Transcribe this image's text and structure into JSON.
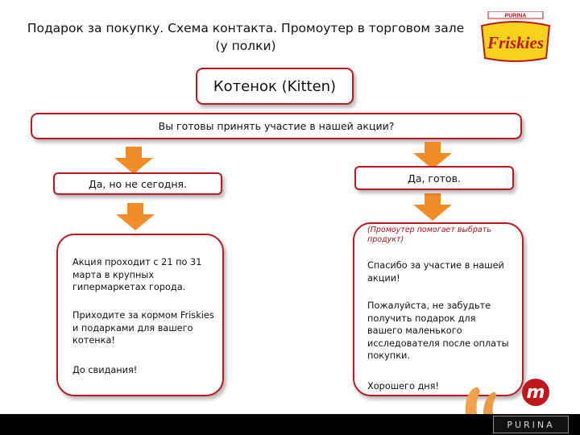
{
  "header": {
    "title_line1": "Подарок за покупку. Схема контакта. Промоутер в торговом зале",
    "title_line2": "(у полки)",
    "brand": "Friskies",
    "brand_small": "PURINA"
  },
  "diagram": {
    "root": "Котенок (Kitten)",
    "question": "Вы готовы принять участие в нашей акции?",
    "answer_no": "Да, но не сегодня.",
    "answer_yes": "Да, готов.",
    "left_box": {
      "p1": "Акция проходит  с 21 по 31 марта в крупных гипермаркетах города.",
      "p2": "Приходите за кормом Friskies и подарками для вашего котенка!",
      "p3": "До свидания!"
    },
    "right_box": {
      "note": "(Промоутер помогает выбрать продукт)",
      "p1": "Спасибо за участие в нашей акции!",
      "p2": "Пожалуйста, не забудьте получить подарок для вашего маленького исследователя после оплаты покупки.",
      "p3": "Хорошего дня!"
    }
  },
  "footer": {
    "brand": "PURINA",
    "badge_letter": "m"
  },
  "colors": {
    "border": "#c0171d",
    "arrow": "#f28c28",
    "logo_yellow": "#f4d21e"
  }
}
